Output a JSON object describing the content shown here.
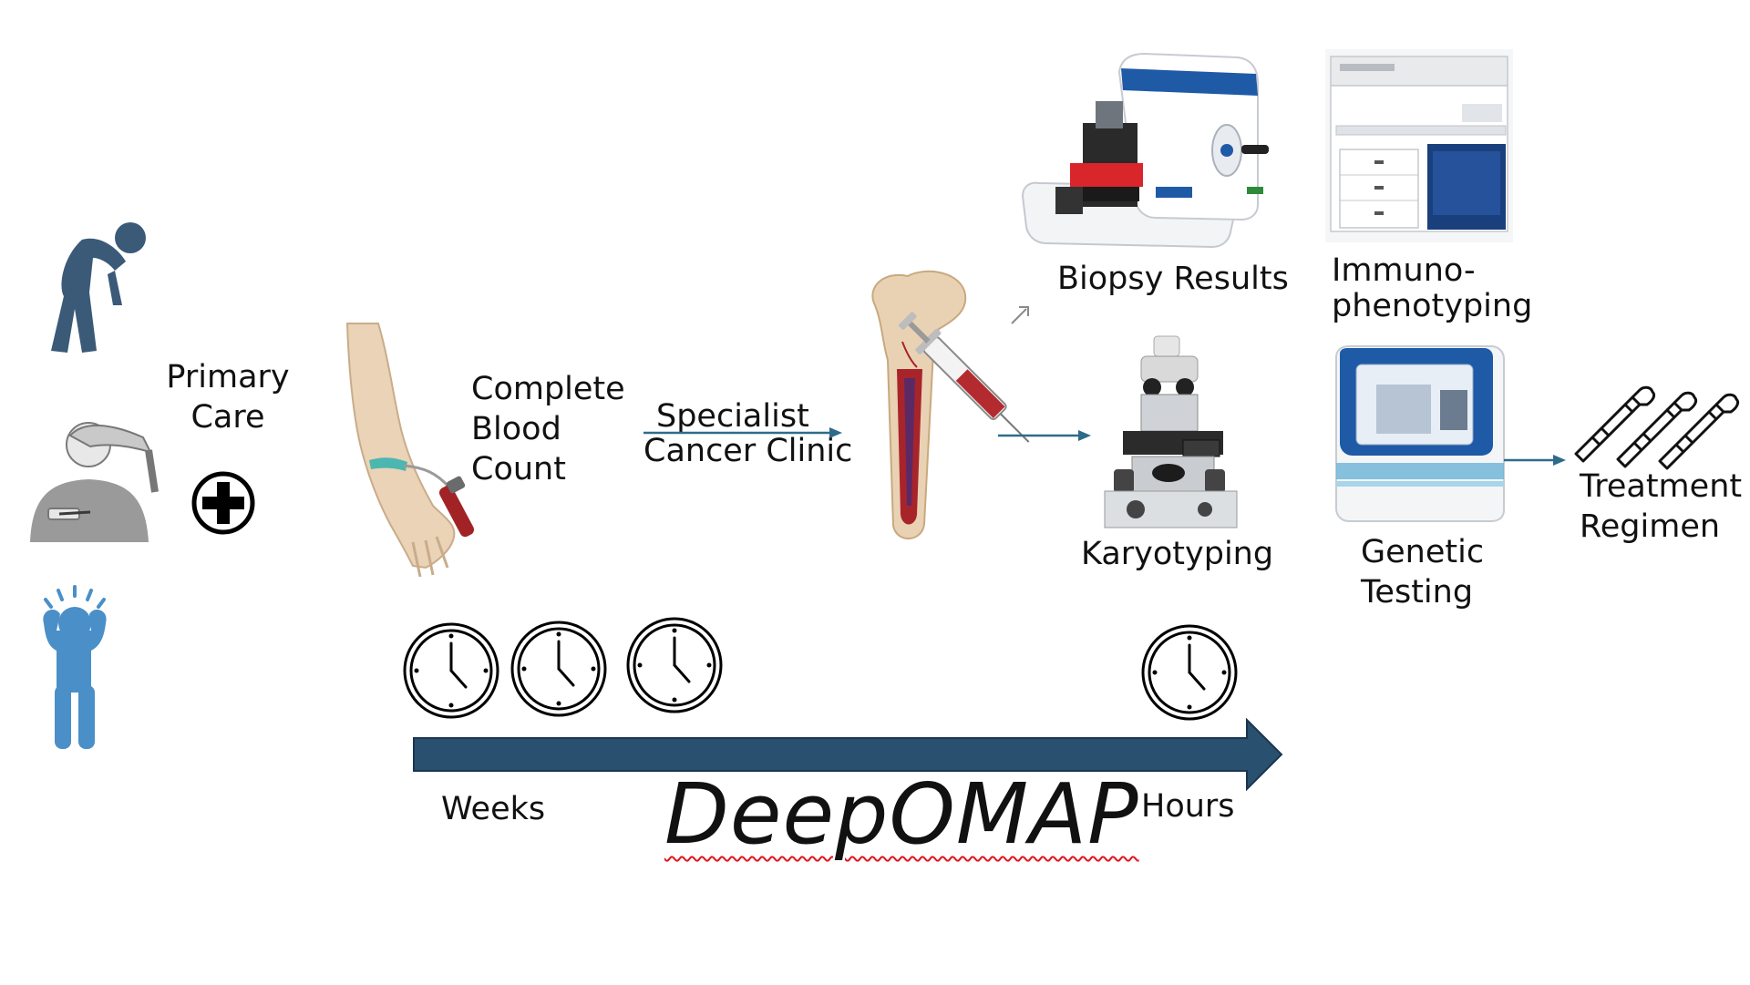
{
  "labels": {
    "primary_care": [
      "Primary",
      "Care"
    ],
    "complete_blood_count": [
      "Complete",
      "Blood",
      "Count"
    ],
    "specialist": [
      "Specialist",
      "Cancer Clinic"
    ],
    "biopsy_results": "Biopsy Results",
    "immunophenotyping": [
      "Immuno-",
      "phenotyping"
    ],
    "karyotyping": "Karyotyping",
    "genetic_testing": [
      "Genetic",
      "Testing"
    ],
    "treatment_regimen": [
      "Treatment",
      "Regimen"
    ],
    "weeks": "Weeks",
    "hours": "Hours",
    "brand": "DeepOMAP"
  },
  "colors": {
    "timeline_arrow": "#29506e",
    "timeline_outline": "#1a3550",
    "connector_arrow": "#2e6b8a",
    "patient_sick": "#3a5a78",
    "patient_stressed": "#4a8fc8",
    "brand_underline": "#e0161d"
  }
}
